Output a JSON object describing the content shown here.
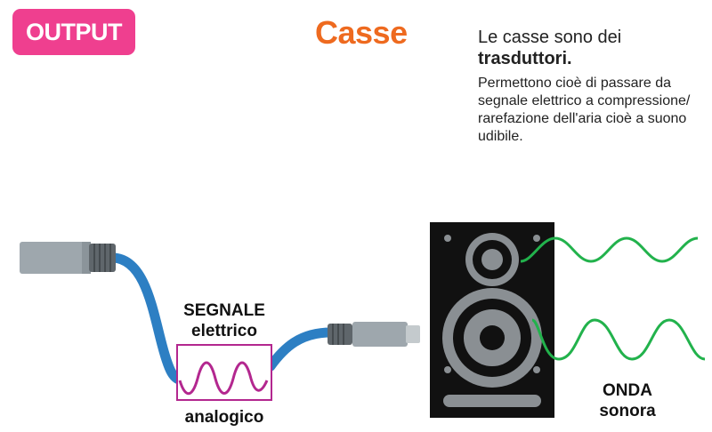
{
  "header": {
    "badge": "OUTPUT",
    "title": "Casse"
  },
  "description": {
    "lead_pre": "Le casse sono dei ",
    "lead_bold": "trasduttori.",
    "body": "Permettono cioè di passare da segnale elettrico a compressione/ rarefazione dell'aria cioè a suono udibile."
  },
  "labels": {
    "segnale_line1": "SEGNALE",
    "segnale_line2": "elettrico",
    "analogico": "analogico",
    "onda_line1": "ONDA",
    "onda_line2": "sonora"
  },
  "colors": {
    "badge": "#ef3f8f",
    "title": "#ee6a1f",
    "cable": "#2d7fc3",
    "signal": "#b3278f",
    "wave": "#22b24c",
    "speaker": "#111111",
    "connector": "#9ea7ad"
  }
}
